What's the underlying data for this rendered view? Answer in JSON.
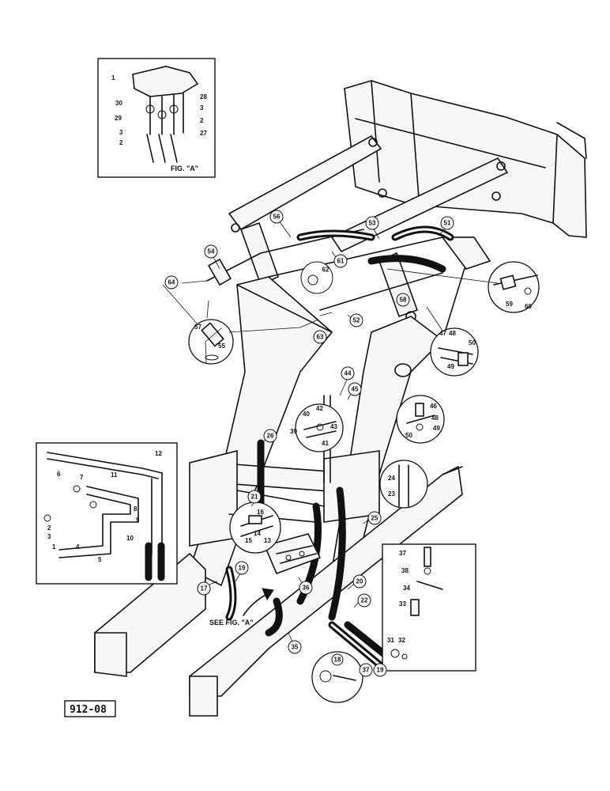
{
  "figure_a_label": "FIG. \"A\"",
  "see_figure_label": "SEE FIG. \"A\"",
  "reference_number": "912-08",
  "inset_figure_a_callouts": [
    "1",
    "30",
    "29",
    "3",
    "2",
    "28",
    "3",
    "2",
    "27"
  ],
  "inset_left_callouts": [
    "6",
    "7",
    "11",
    "12",
    "8",
    "9",
    "10",
    "2",
    "3",
    "1",
    "4",
    "5"
  ],
  "inset_right_callouts": [
    "37",
    "38",
    "34",
    "33",
    "31",
    "32"
  ],
  "circled_callouts": [
    "56",
    "53",
    "51",
    "54",
    "64",
    "61",
    "62",
    "58",
    "63",
    "52",
    "26",
    "21",
    "25",
    "17",
    "19",
    "36",
    "20",
    "22",
    "35",
    "37",
    "19",
    "18"
  ],
  "detail_callouts": {
    "cylinder_fitting": [
      "57",
      "55"
    ],
    "valve_fitting": [
      "59",
      "60"
    ],
    "clamp_upper": [
      "47",
      "48",
      "50",
      "49"
    ],
    "clamp_middle_left": [
      "40",
      "42",
      "39",
      "41",
      "43"
    ],
    "clamp_middle_right": [
      "46",
      "48",
      "50",
      "49"
    ],
    "tube_clip": [
      "24",
      "23"
    ],
    "valve_bracket": [
      "16",
      "14",
      "15",
      "13"
    ],
    "misc": [
      "44",
      "45"
    ]
  }
}
